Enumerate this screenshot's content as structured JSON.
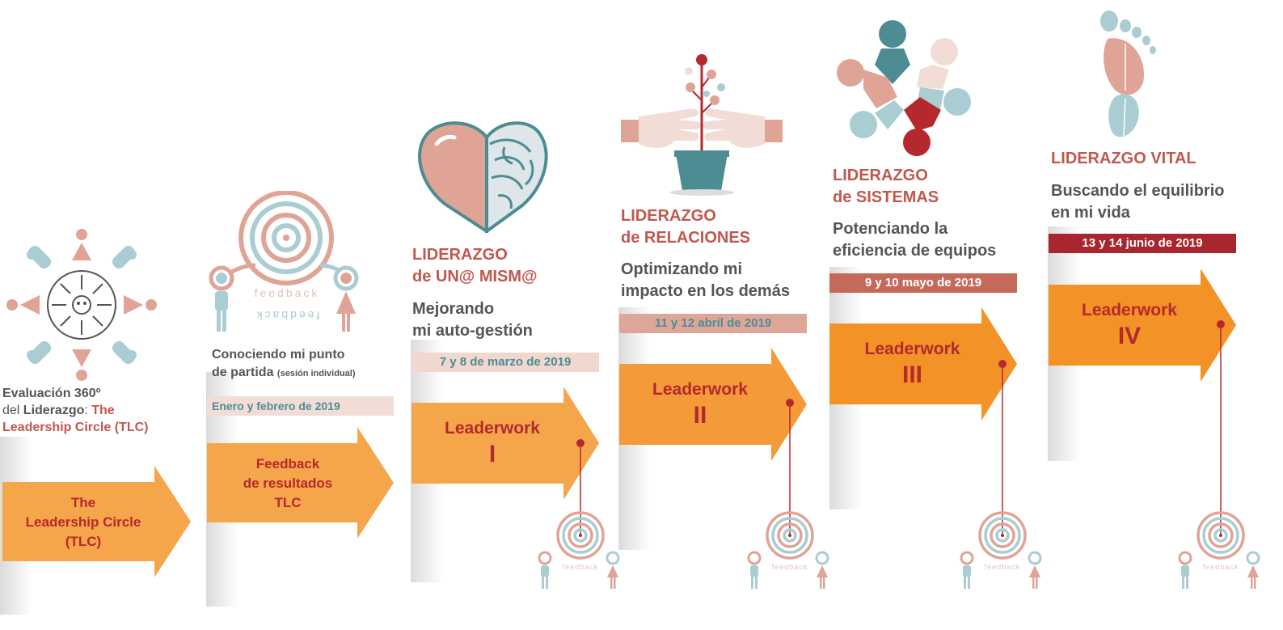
{
  "stages": [
    {
      "id": "tlc",
      "intro_line1": "Evaluación 360º",
      "intro_line2_prefix": "del ",
      "intro_line2_bold": "Liderazgo",
      "intro_line2_sep": ": ",
      "intro_line2_red": "The",
      "intro_line3": "Leadership Circle (TLC)",
      "arrow_lines": [
        "The",
        "Leadership Circle",
        "(TLC)"
      ]
    },
    {
      "id": "feedback",
      "icon_text_top": "feedback",
      "icon_text_bottom": "feedback",
      "desc_line1": "Conociendo mi punto",
      "desc_line2": "de partida",
      "desc_small": "(sesión individual)",
      "date": "Enero y febrero  de 2019",
      "arrow_lines": [
        "Feedback",
        "de resultados",
        "TLC"
      ]
    },
    {
      "id": "lw1",
      "title_line1": "LIDERAZGO",
      "title_line2": "de UN@ MISM@",
      "subtitle_line1": "Mejorando",
      "subtitle_line2": "mi auto-gestión",
      "date": "7 y 8 de marzo de 2019",
      "arrow_line1": "Leaderwork",
      "arrow_line2": "I"
    },
    {
      "id": "lw2",
      "title_line1": "LIDERAZGO",
      "title_line2": "de RELACIONES",
      "subtitle_line1": "Optimizando mi",
      "subtitle_line2": "impacto en los demás",
      "date": "11 y 12 abril de 2019",
      "arrow_line1": "Leaderwork",
      "arrow_line2": "II"
    },
    {
      "id": "lw3",
      "title_line1": "LIDERAZGO",
      "title_line2": "de SISTEMAS",
      "subtitle_line1": "Potenciando la",
      "subtitle_line2": "eficiencia de equipos",
      "date": "9 y 10 mayo de 2019",
      "arrow_line1": "Leaderwork",
      "arrow_line2": "III"
    },
    {
      "id": "lw4",
      "title_line1": "LIDERAZGO VITAL",
      "subtitle_line1": "Buscando el equilibrio",
      "subtitle_line2": "en mi vida",
      "date": "13 y 14 junio de 2019",
      "arrow_line1": "Leaderwork",
      "arrow_line2": "IV"
    }
  ],
  "small_feedback_label": "feedback",
  "colors": {
    "arrow_light": "#f6a64a",
    "arrow_orange": "#f39226",
    "dark_red": "#b5282e",
    "salmon": "#e0a496",
    "teal": "#a9cdd3",
    "dark_teal": "#4d8c93",
    "date_band_1": "#f2ddd6",
    "date_band_2": "#f0d7cf",
    "date_band_3": "#dea698",
    "date_band_4": "#c56a5b",
    "date_band_5": "#a8262d",
    "text_grey": "#555555",
    "title_red": "#c0584d"
  }
}
